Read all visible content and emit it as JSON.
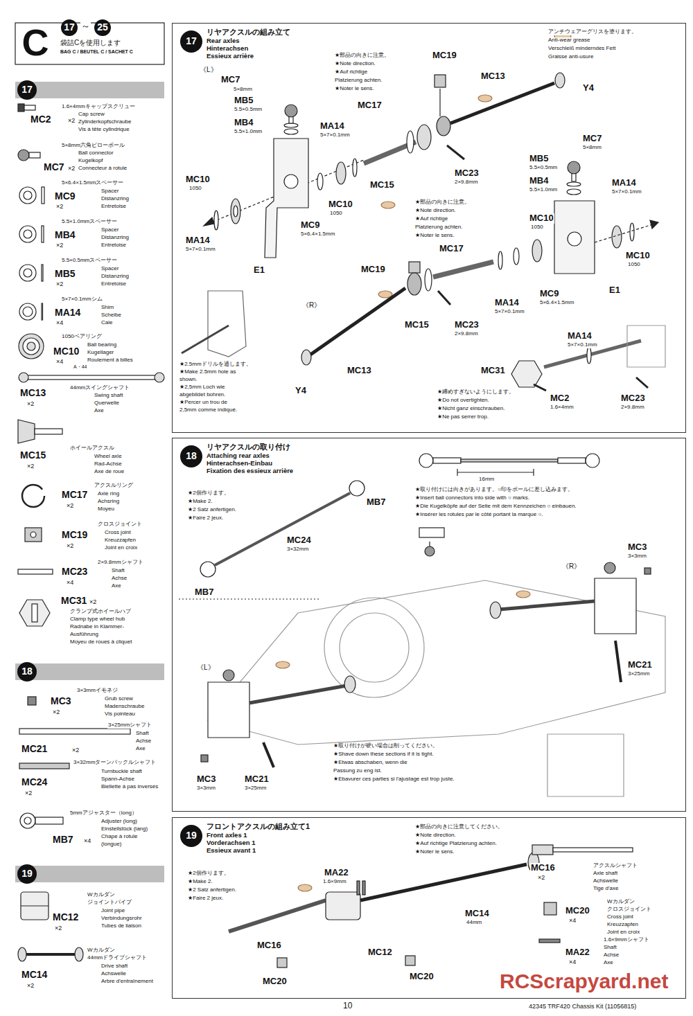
{
  "diagram": {
    "nodes": [
      {
        "text": [
          "C"
        ]
      },
      {
        "text": [
          "17"
        ]
      },
      {
        "text": [
          "25"
        ]
      },
      {
        "text": [
          "17"
        ]
      },
      {
        "text": [
          "18"
        ]
      },
      {
        "text": [
          "19"
        ]
      },
      {
        "text": [
          "リヤアクスルの組み立て",
          "Rear axles",
          "Hinterachsen",
          "Essieux arrière"
        ]
      },
      {
        "text": [
          "17"
        ],
        "in": 6
      },
      {
        "text": [
          "リヤアクスルの取り付け",
          "Attaching rear axles",
          "Hinterachsen-Einbau",
          "Fixation des essieux arrière"
        ]
      },
      {
        "text": [
          "18"
        ],
        "in": 8
      },
      {
        "text": [
          "フロントアクスルの組み立て1",
          "Front axles 1",
          "Vorderachsen 1",
          "Essieux avant 1"
        ]
      },
      {
        "text": [
          "19"
        ],
        "in": 10
      }
    ],
    "labels": [
      "～",
      "袋詰Cを使用します",
      "BAG C / BEUTEL C / SACHET C",
      "1.6×4mmキャップスクリュー",
      "Cap screw",
      "Zylinderkopfschraube",
      "Vis à tête cylindrique",
      "MC2",
      "×2",
      "5×8mm六角ピローボール",
      "Ball connector",
      "Kugelkopf",
      "Connecteur à rotule",
      "MC7",
      "×2",
      "5×6.4×1.5mmスペーサー",
      "Spacer",
      "Distanzring",
      "Entretoise",
      "MC9",
      "×2",
      "5.5×1.0mmスペーサー",
      "Spacer",
      "Distanzring",
      "Entretoise",
      "MB4",
      "×2",
      "5.5×0.5mmスペーサー",
      "Spacer",
      "Distanzring",
      "Entretoise",
      "MB5",
      "×2",
      "5×7×0.1mmシム",
      "Shim",
      "Scheibe",
      "Cale",
      "MA14",
      "×4",
      "1050ベアリング",
      "Ball bearing",
      "Kugellager",
      "Roulement à billes",
      "MC10",
      "×4",
      "A・44",
      "44mmスイングシャフト",
      "Swing shaft",
      "Querwelle",
      "Axe",
      "MC13",
      "×2",
      "ホイールアクスル",
      "Wheel axle",
      "Rad-Achse",
      "Axe de roue",
      "MC15",
      "×2",
      "アクスルリング",
      "Axle ring",
      "Achsring",
      "Moyeu",
      "MC17",
      "×2",
      "クロスジョイント",
      "Cross joint",
      "Kreuzzapfen",
      "Joint en croix",
      "MC19",
      "×2",
      "2×9.8mmシャフト",
      "Shaft",
      "Achse",
      "Axe",
      "MC23",
      "×4",
      "MC31",
      "×2",
      "クランプ式ホイールハブ",
      "Clamp type wheel hub",
      "Radnabe in Klammer-",
      "Ausführung",
      "Moyeu de roues à cliquet",
      "3×3mmイモネジ",
      "Grub screw",
      "Madenschraube",
      "Vis pointeau",
      "MC3",
      "×2",
      "3×25mmシャフト",
      "Shaft",
      "Achse",
      "Axe",
      "MC21",
      "×2",
      "3×32mmターンバックルシャフト",
      "Turnbuckle shaft",
      "Spann-Achse",
      "Biellette à pas inversés",
      "MC24",
      "×2",
      "5mmアジャスター（long）",
      "Adjuster (long)",
      "Einstellstück (lang)",
      "Chape à rotule",
      "(longue)",
      "MB7",
      "×4",
      "Wカルダン",
      "ジョイントパイプ",
      "Joint pipe",
      "Verbindungsrohr",
      "Tubes de liaison",
      "MC12",
      "×2",
      "Wカルダン",
      "44mmドライブシャフト",
      "Drive shaft",
      "Achswelle",
      "Arbre d'entraînement",
      "MC14",
      "×2",
      "《L》",
      "MC7",
      "5×8mm",
      "MB5",
      "5.5×0.5mm",
      "MB4",
      "5.5×1.0mm",
      "★部品の向きに注意。",
      "★Note direction.",
      "★Auf richtige",
      "Platzierung achten.",
      "★Noter le sens.",
      "MC19",
      "MC13",
      "MC17",
      "MA14",
      "5×7×0.1mm",
      "MC10",
      "1050",
      "MC15",
      "MC23",
      "2×9.8mm",
      "MC10",
      "1050",
      "MC9",
      "5×6.4×1.5mm",
      "MA14",
      "5×7×0.1mm",
      "E1",
      "アンチウェアーグリスを塗ります。",
      "Anti-wear grease",
      "Verschleiß minderndes Fett",
      "Graisse anti-usure",
      "Y4",
      "MC7",
      "5×8mm",
      "MB5",
      "5.5×0.5mm",
      "MB4",
      "5.5×1.0mm",
      "MA14",
      "5×7×0.1mm",
      "MC10",
      "1050",
      "MC10",
      "1050",
      "★部品の向きに注意。",
      "★Note direction.",
      "★Auf richtige",
      "Platzierung achten.",
      "★Noter le sens.",
      "MC17",
      "MC19",
      "《R》",
      "MC9",
      "5×6.4×1.5mm",
      "MA14",
      "5×7×0.1mm",
      "E1",
      "MC15",
      "MC23",
      "2×9.8mm",
      "MC13",
      "Y4",
      "★2.5mmドリルを通します。",
      "★Make 2.5mm hole as",
      "shown.",
      "★2,5mm Loch wie",
      "abgebildet bohren.",
      "★Percer un trou de",
      "2,5mm comme indiqué.",
      "MA14",
      "5×7×0.1mm",
      "MC31",
      "★締めすぎないようにします。",
      "★Do not overtighten.",
      "★Nicht ganz einschrauben.",
      "★Ne pas serrer trop.",
      "MC2",
      "1.6×4mm",
      "MC23",
      "2×9.8mm",
      "★2個作ります。",
      "★Make 2.",
      "★2 Satz anfertigen.",
      "★Faire 2 jeux.",
      "MB7",
      "MC24",
      "3×32mm",
      "MB7",
      "16mm",
      "★取り付けには向きがあります。○印をボールに差し込みます。",
      "★Insert ball connectors into side with ○ marks.",
      "★Die Kugelköpfe auf der Seite mit dem Kennzeichen ○ einbauen.",
      "★Insérer les rotules par le côté portant la marque ○.",
      "MC3",
      "3×3mm",
      "《R》",
      "《L》",
      "MC21",
      "3×25mm",
      "MC3",
      "3×3mm",
      "MC21",
      "3×25mm",
      "★取り付けが硬い場合は削ってください。",
      "★Shave down these sections if it is tight.",
      "★Etwas abschaben, wenn die",
      "Passung zu eng ist.",
      "★Ebavurer ces parties si l'ajustage est trop juste.",
      "★2個作ります。",
      "★Make 2.",
      "★2 Satz anfertigen.",
      "★Faire 2 jeux.",
      "★部品の向きに注意してください。",
      "★Note direction.",
      "★Auf richtige Platzierung achten.",
      "★Noter le sens.",
      "MA22",
      "1.6×9mm",
      "MC14",
      "44mm",
      "MC16",
      "MC12",
      "MC20",
      "MC20",
      "MC16",
      "×2",
      "アクスルシャフト",
      "Axle shaft",
      "Achswelle",
      "Tige d'axe",
      "MC20",
      "×4",
      "Wカルダン",
      "クロスジョイント",
      "Cross joint",
      "Kreuzzapfen",
      "Joint en croix",
      "1.6×9mmシャフト",
      "Shaft",
      "Achse",
      "Axe",
      "MA22",
      "×4",
      "10",
      "42345 TRF420 Chassis Kit (11056815)",
      "RCScrapyard.net"
    ]
  }
}
